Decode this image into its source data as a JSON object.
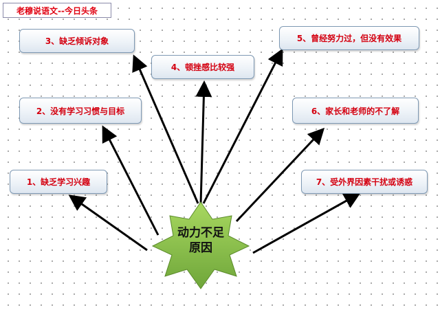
{
  "header": {
    "title": "老穆说语文--今日头条"
  },
  "center": {
    "line1": "动力不足",
    "line2": "原因"
  },
  "causes": [
    {
      "label": "1、缺乏学习兴趣"
    },
    {
      "label": "2、没有学习习惯与目标"
    },
    {
      "label": "3、缺乏倾诉对象"
    },
    {
      "label": "4、顿挫感比较强"
    },
    {
      "label": "5、曾经努力过，但没有效果"
    },
    {
      "label": "6、家长和老师的不了解"
    },
    {
      "label": "7、受外界因素干扰或诱惑"
    }
  ],
  "colors": {
    "label_text": "#d40010",
    "box_border": "#7d98b3",
    "star_fill": "#8bc34a",
    "arrow": "#000000"
  }
}
